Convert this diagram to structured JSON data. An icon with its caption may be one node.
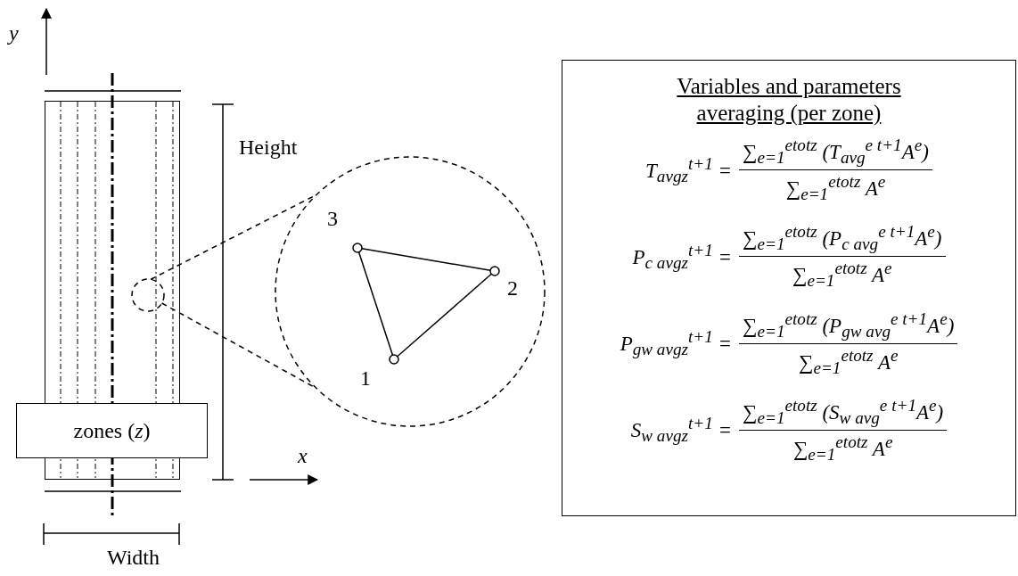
{
  "diagram": {
    "nodes": [
      {
        "text": [],
        "shape": "box"
      },
      {
        "text": [
          "zones (*z*)"
        ]
      },
      {
        "text": [],
        "shape": "circle",
        "in": 0
      },
      {
        "text": [],
        "shape": "circle"
      },
      {
        "text": [],
        "shape": "circle",
        "in": 3,
        "beside": [
          "3"
        ]
      },
      {
        "text": [],
        "shape": "circle",
        "in": 3,
        "beside": [
          "2"
        ]
      },
      {
        "text": [],
        "shape": "circle",
        "in": 3,
        "beside": [
          "1"
        ]
      },
      {
        "text": [
          "Variables and parameters averaging (per zone)",
          "T$_{avg}$$_{z}$$^{t+1}$ =",
          "∑$_{e=1}$$^{etotz}$ (T$_{avg}$$^{e t+1}$A$^{e}$)",
          "∑$_{e=1}$$^{etotz}$ A$^{e}$",
          "P$_{c avg}$$_{z}$$^{t+1}$ =",
          "∑$_{e=1}$$^{etotz}$ (P$_{c avg}$$^{e t+1}$A$^{e}$)",
          "∑$_{e=1}$$^{etotz}$ A$^{e}$",
          "P$_{gw avg}$$_{z}$$^{t+1}$ =",
          "∑$_{e=1}$$^{etotz}$ (P$_{gw avg}$$^{e t+1}$A$^{e}$)",
          "∑$_{e=1}$$^{etotz}$ A$^{e}$",
          "S$_{w avg}$$_{z}$$^{t+1}$ =",
          "∑$_{e=1}$$^{etotz}$ (S$_{w avg}$$^{e t+1}$A$^{e}$)",
          "∑$_{e=1}$$^{etotz}$ A$^{e}$"
        ]
      }
    ],
    "edges": [
      {
        "from": 2,
        "to": 3,
        "arrow": "none",
        "style": "dashed"
      },
      {
        "from": 2,
        "to": 3,
        "arrow": "none",
        "style": "dashed"
      },
      {
        "from": 4,
        "to": 5,
        "arrow": "none"
      },
      {
        "from": 5,
        "to": 6,
        "arrow": "none"
      },
      {
        "from": 6,
        "to": 4,
        "arrow": "none"
      }
    ],
    "labels": [
      "y",
      "Height",
      "x",
      "Width"
    ]
  }
}
